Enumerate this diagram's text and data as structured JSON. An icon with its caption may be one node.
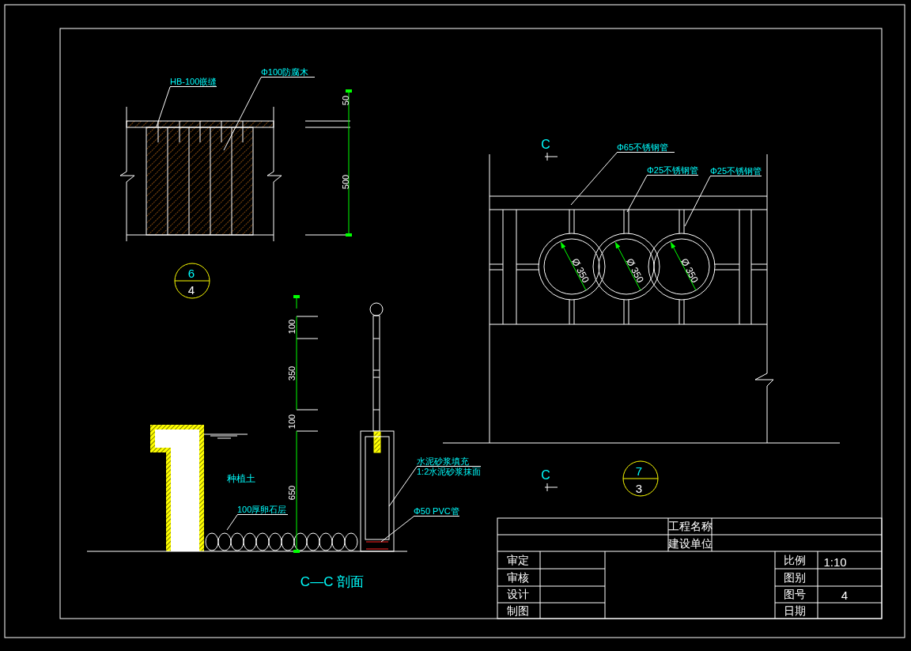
{
  "diagram": {
    "nodes": [
      {
        "text": [
          "HB-100嵌缝"
        ]
      },
      {
        "text": [
          "Φ100防腐木"
        ]
      },
      {
        "text": [
          "Φ65不锈钢管"
        ]
      },
      {
        "text": [
          "Φ25不锈钢管"
        ]
      },
      {
        "text": [
          "Φ25不锈钢管"
        ]
      },
      {
        "text": [
          "100厚卵石层"
        ]
      },
      {
        "text": [
          "水泥砂浆填充",
          "1:2水泥砂浆抹面"
        ]
      },
      {
        "text": [
          "Φ50 PVC管"
        ]
      },
      {
        "text": [],
        "shape": "box"
      },
      {
        "text": [],
        "shape": "bar"
      }
    ],
    "edges": [
      {
        "from": 0,
        "to": null,
        "arrow": "none"
      },
      {
        "from": 1,
        "to": null,
        "arrow": "none"
      },
      {
        "from": 2,
        "to": null,
        "arrow": "none"
      },
      {
        "from": 3,
        "to": null,
        "arrow": "none"
      },
      {
        "from": 4,
        "to": null,
        "arrow": "none"
      },
      {
        "from": 5,
        "to": null,
        "arrow": "none"
      },
      {
        "from": 6,
        "to": 8,
        "arrow": "none"
      },
      {
        "from": 7,
        "to": 9,
        "arrow": "none"
      }
    ],
    "labels": [
      "50",
      "500",
      "C",
      "Ø 350",
      "Ø 350",
      "Ø 350",
      "6",
      "4",
      "100",
      "350",
      "100",
      "C",
      "7",
      "3",
      "种植土",
      "650",
      "C—C 剖面",
      "工程名称",
      "建设单位",
      "审定",
      "比例",
      "1:10",
      "审核",
      "图别",
      "设计",
      "图号",
      "4",
      "制图",
      "日期"
    ]
  }
}
